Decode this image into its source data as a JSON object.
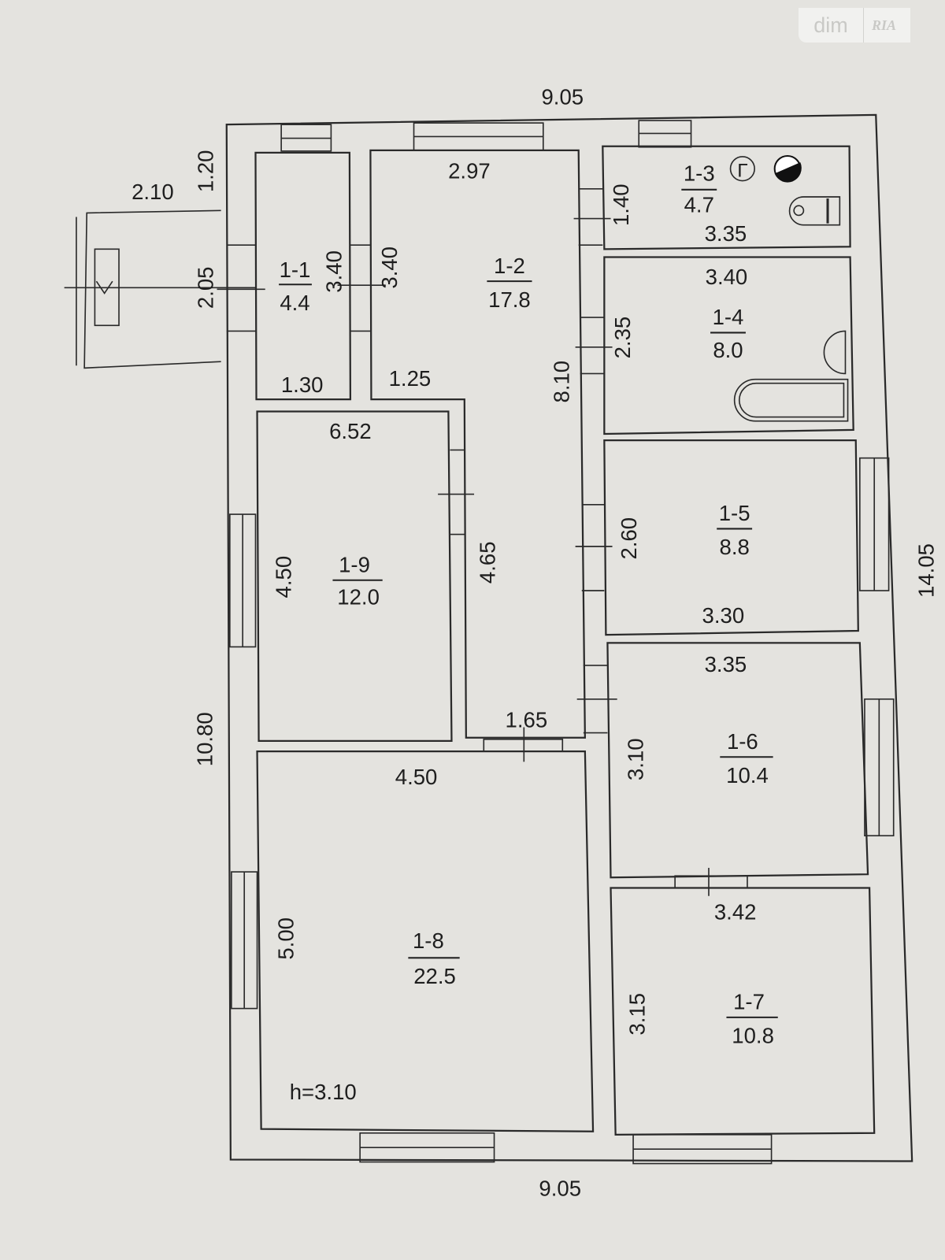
{
  "watermark": {
    "brand": "dim",
    "brand2": "RIA"
  },
  "outer": {
    "top": "9.05",
    "bottom": "9.05",
    "left": "10.80",
    "right": "14.05"
  },
  "porch": {
    "width": "2.10",
    "offset_top": "1.20",
    "depth": "2.05"
  },
  "rooms": [
    {
      "id": "1-1",
      "area": "4.4",
      "dims": [
        "3.40",
        "1.30"
      ]
    },
    {
      "id": "1-2",
      "area": "17.8",
      "dims": [
        "2.97",
        "3.40",
        "1.25",
        "8.10",
        "4.65",
        "1.65"
      ]
    },
    {
      "id": "1-3",
      "area": "4.7",
      "dims": [
        "1.40",
        "3.35"
      ]
    },
    {
      "id": "1-4",
      "area": "8.0",
      "dims": [
        "3.40",
        "2.35"
      ]
    },
    {
      "id": "1-5",
      "area": "8.8",
      "dims": [
        "2.60",
        "3.30"
      ]
    },
    {
      "id": "1-6",
      "area": "10.4",
      "dims": [
        "3.35",
        "3.10"
      ]
    },
    {
      "id": "1-7",
      "area": "10.8",
      "dims": [
        "3.42",
        "3.15"
      ]
    },
    {
      "id": "1-8",
      "area": "22.5",
      "dims": [
        "4.50",
        "5.00"
      ]
    },
    {
      "id": "1-9",
      "area": "12.0",
      "dims": [
        "6.52",
        "4.50"
      ]
    }
  ],
  "ceiling_height": "h=3.10",
  "symbols": {
    "gas_boiler": "Г"
  }
}
